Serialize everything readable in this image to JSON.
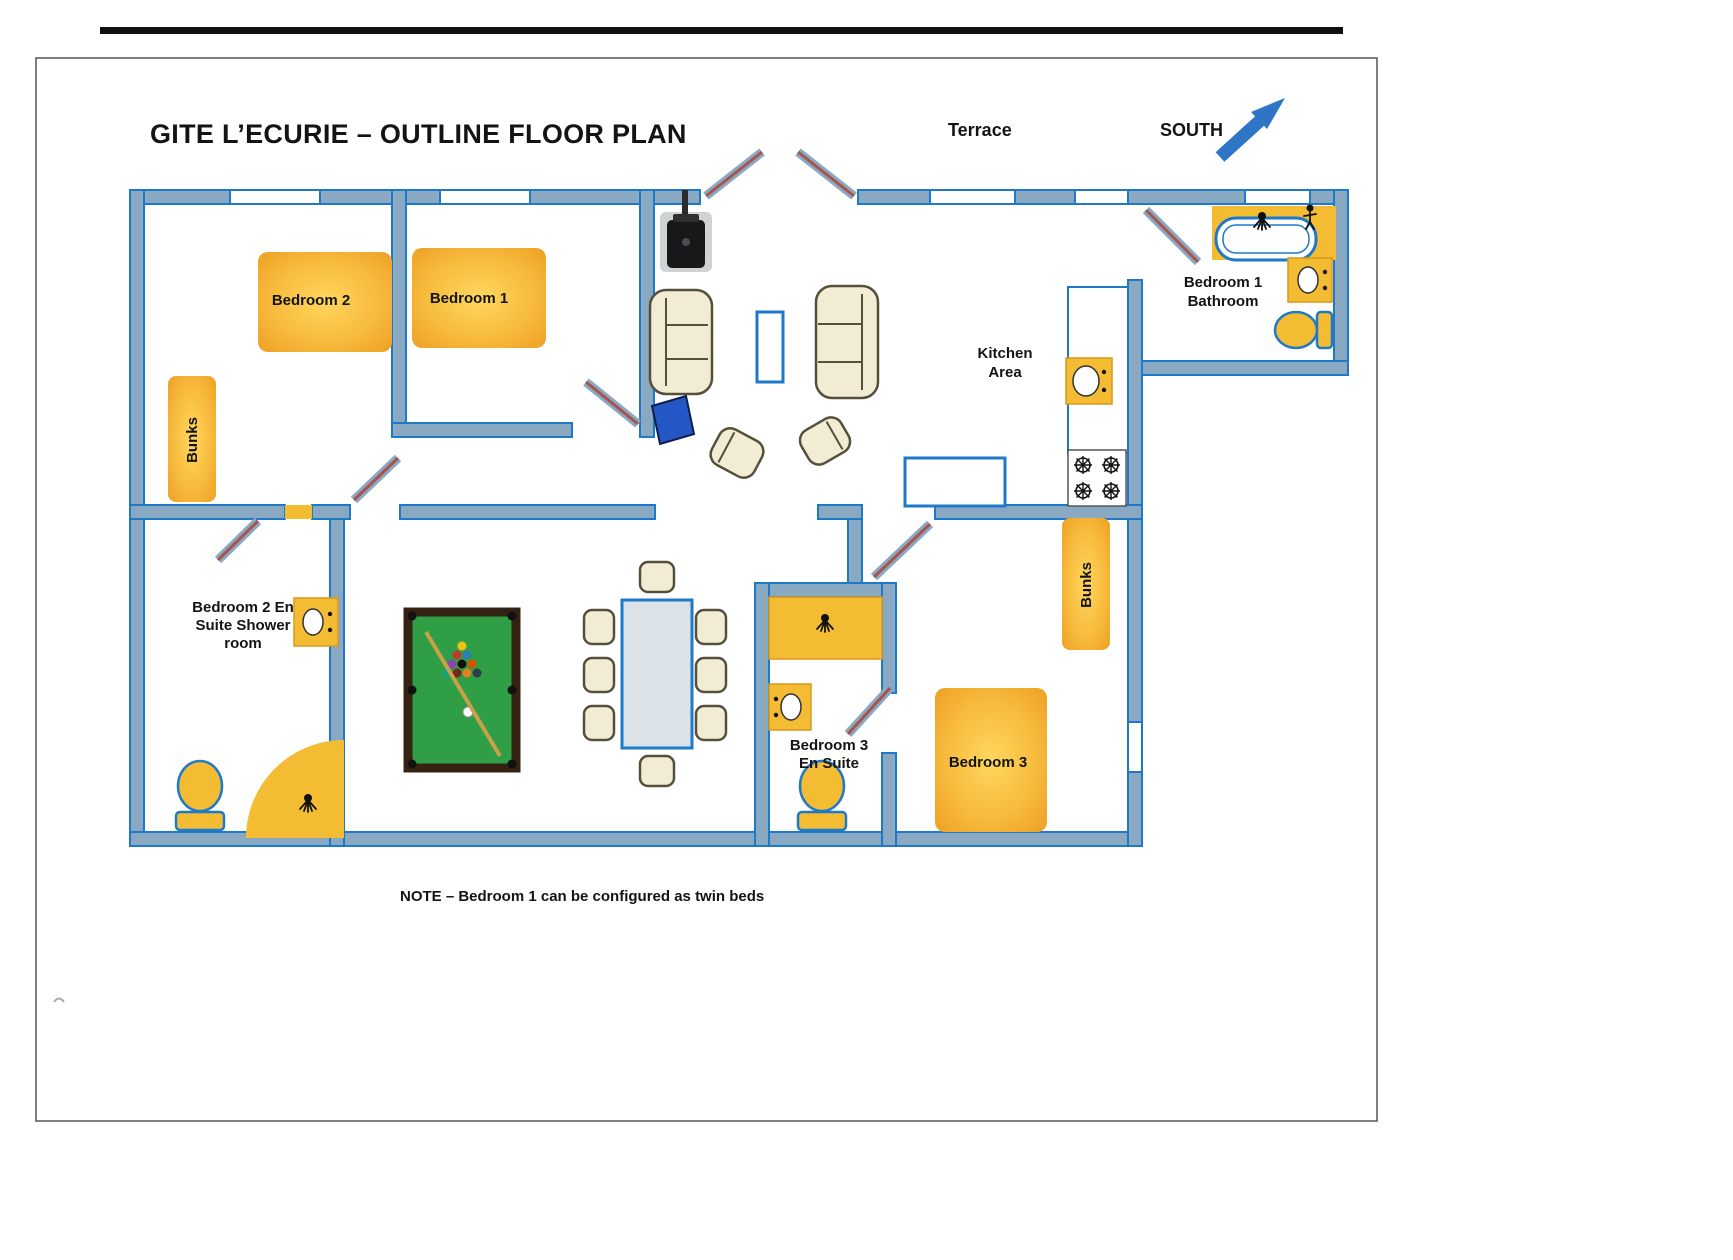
{
  "page": {
    "title": "GITE L’ECURIE – OUTLINE FLOOR PLAN",
    "terrace": "Terrace",
    "compass": "SOUTH",
    "note": "NOTE – Bedroom 1 can be configured as twin beds"
  },
  "labels": {
    "bedroom2": "Bedroom 2",
    "bedroom1": "Bedroom 1",
    "bunks_left": "Bunks",
    "bunks_right": "Bunks",
    "kitchen": [
      "Kitchen",
      "Area"
    ],
    "bathroom1": [
      "Bedroom 1",
      "Bathroom"
    ],
    "ensuite2": [
      "Bedroom 2 En",
      "Suite Shower",
      "room"
    ],
    "ensuite3": [
      "Bedroom 3",
      "En Suite"
    ],
    "bedroom3": "Bedroom 3"
  },
  "icons": {
    "compass_arrow": "arrow-up-right",
    "shower_head": "sprinkler",
    "bath": "tub-outline",
    "toilet": "bowl-and-tank",
    "sink": "basin-square",
    "hob": "four-burners",
    "wood_stove": "stove-with-flue",
    "tv": "flat-screen",
    "figure": "person"
  },
  "colors": {
    "wall_fill": "#89A9C2",
    "wall_stroke": "#1E79C8",
    "leaf_red": "#A9534B",
    "accent_yellow": "#F3BC33",
    "yellow_edge": "#D8991C",
    "bed_center": "#FFD75E",
    "bed_mid": "#F7BA3C",
    "bed_edge": "#EC9C1F",
    "pool_felt": "#2F9E44",
    "pool_frame": "#342312",
    "sofa_cream": "#F3ECD4",
    "sofa_stroke": "#55503C",
    "arrow_blue": "#2E75C6",
    "table_gray": "#DCE3E8",
    "tv_blue": "#2457C5",
    "ink": "#141414"
  }
}
